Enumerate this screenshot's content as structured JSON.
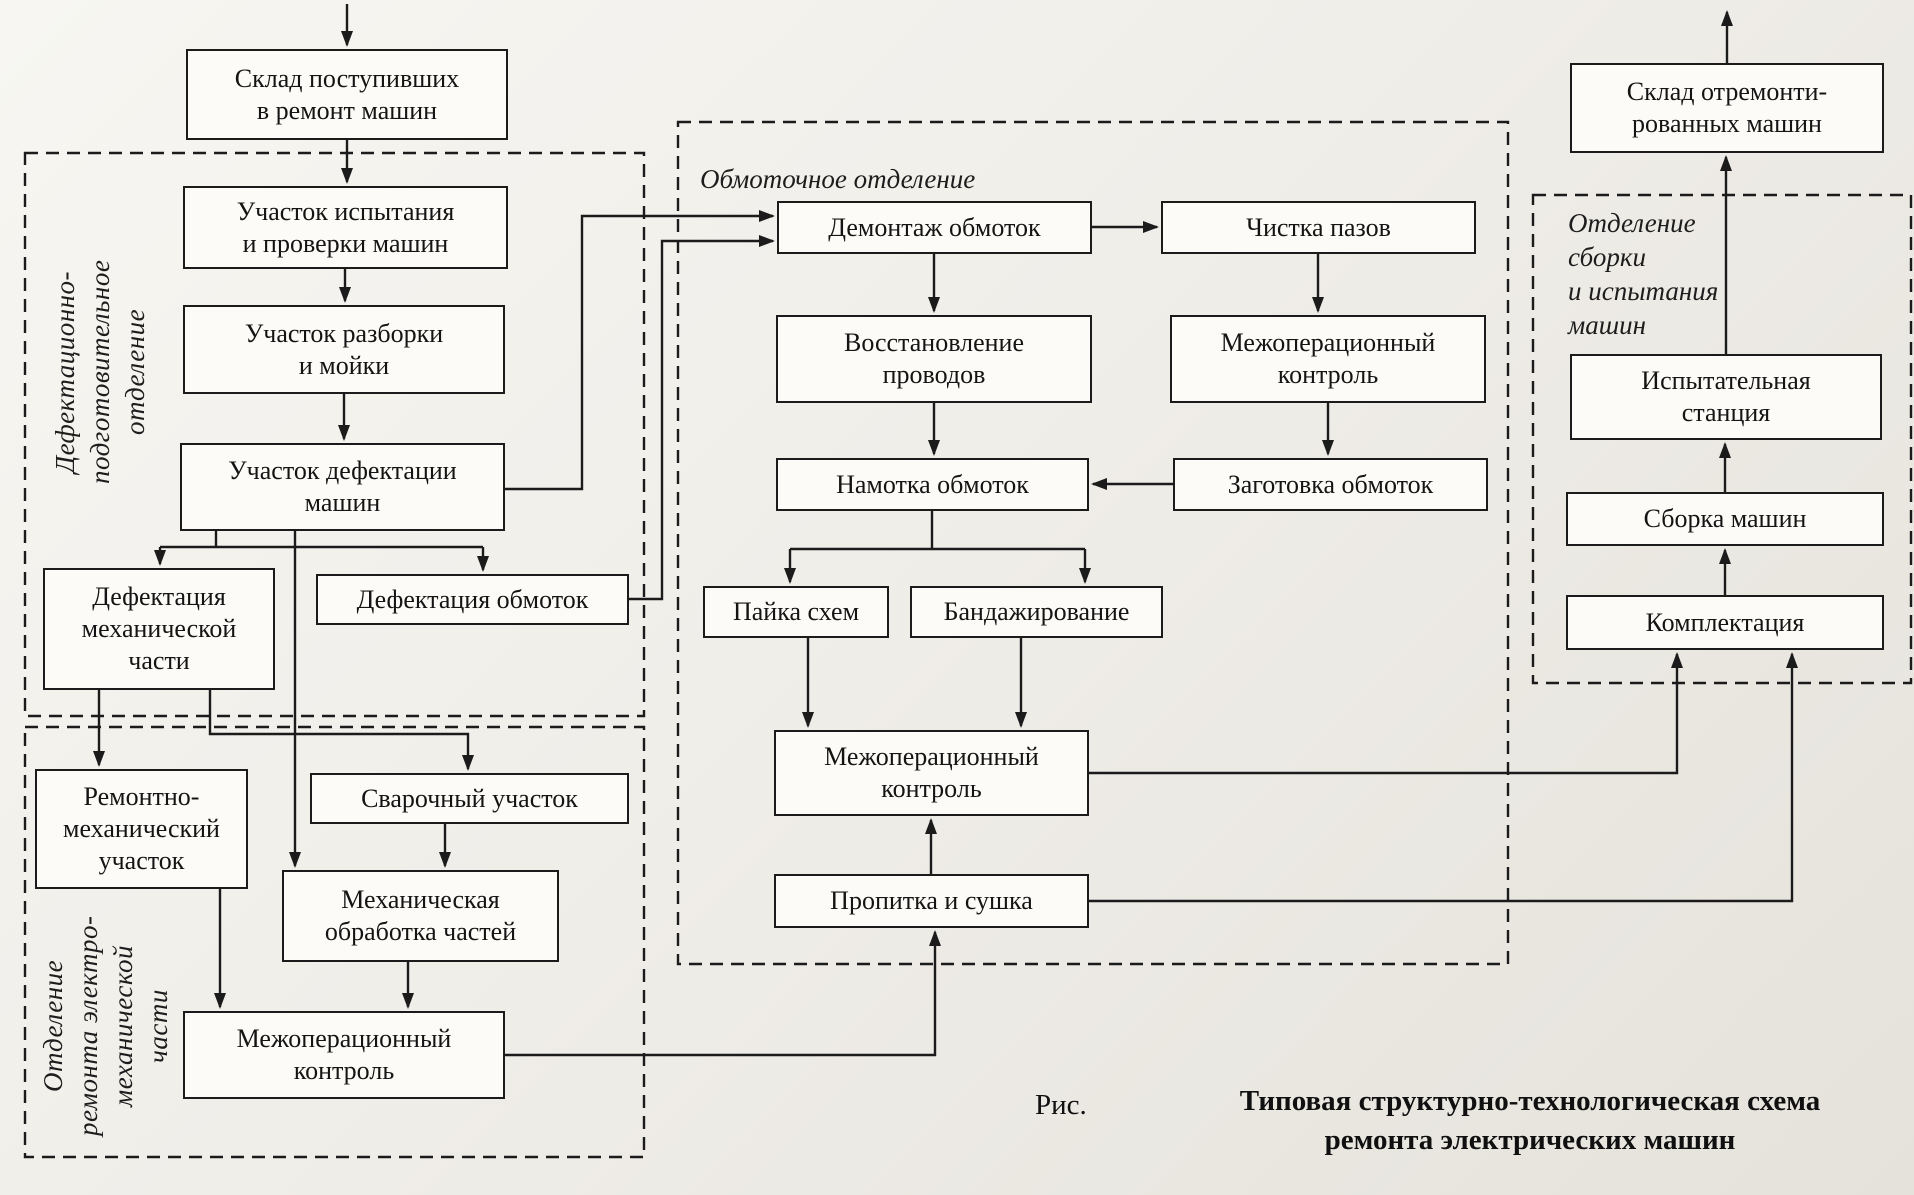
{
  "figure": {
    "caption_label": "Рис.",
    "caption_line1": "Типовая структурно-технологическая схема",
    "caption_line2": "ремонта электрических машин"
  },
  "sections": {
    "defect_prep": "Дефектационно-\nподготовительное\nотделение",
    "electro_mech_repair": "Отделение\nремонта электро-\nмеханической\nчасти",
    "winding": "Обмоточное отделение",
    "assembly_testing": "Отделение\nсборки\nи испытания\nмашин"
  },
  "nodes": {
    "sklad_postupivshih": "Склад поступивших\nв ремонт машин",
    "uchastok_ispytaniya": "Участок испытания\nи проверки машин",
    "uchastok_razborki": "Участок разборки\nи мойки",
    "uchastok_defektacii": "Участок дефектации\nмашин",
    "defektaciya_mech": "Дефектация\nмеханической\nчасти",
    "defektaciya_obmotok": "Дефектация обмоток",
    "remontno_mech": "Ремонтно-\nмеханический\nучасток",
    "svarochnyj": "Сварочный участок",
    "mech_obrabotka": "Механическая\nобработка частей",
    "mezhoper_kontrol_left": "Межоперационный\nконтроль",
    "demontazh_obmotok": "Демонтаж обмоток",
    "chistka_pazov": "Чистка пазов",
    "vosstanovlenie_provodov": "Восстановление\nпроводов",
    "mezhoper_kontrol_top": "Межоперационный\nконтроль",
    "namotka_obmotok": "Намотка обмоток",
    "zagotovka_obmotok": "Заготовка обмоток",
    "pajka_shem": "Пайка схем",
    "bandazhirovanie": "Бандажирование",
    "mezhoper_kontrol_mid": "Межоперационный\nконтроль",
    "propitka_sushka": "Пропитка и сушка",
    "sklad_otremont": "Склад отремонти-\nрованных машин",
    "ispytatelnaya_stanciya": "Испытательная\nстанция",
    "sborka_mashin": "Сборка машин",
    "komplektaciya": "Комплектация"
  }
}
